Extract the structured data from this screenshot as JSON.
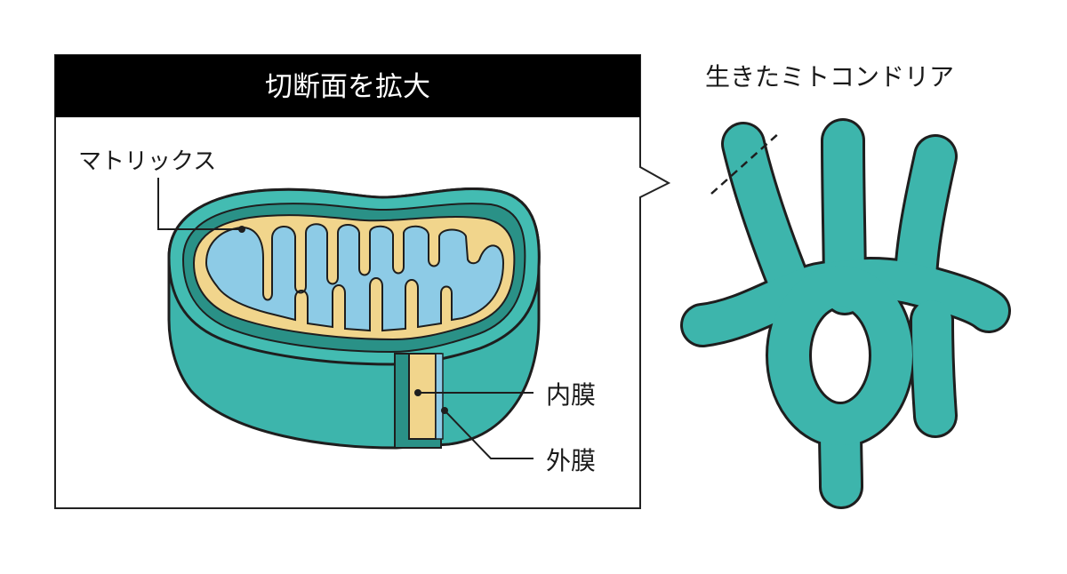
{
  "header": {
    "title": "切断面を拡大"
  },
  "labels": {
    "matrix": "マトリックス",
    "inner_membrane": "内膜",
    "outer_membrane": "外膜",
    "living_mitochondria": "生きたミトコンドリア"
  },
  "colors": {
    "outer_membrane": "#3db5ac",
    "outer_membrane_dark": "#2a9187",
    "inner_membrane": "#f1d58c",
    "matrix": "#8dcbe6",
    "header_bg": "#000000",
    "header_text": "#ffffff"
  }
}
